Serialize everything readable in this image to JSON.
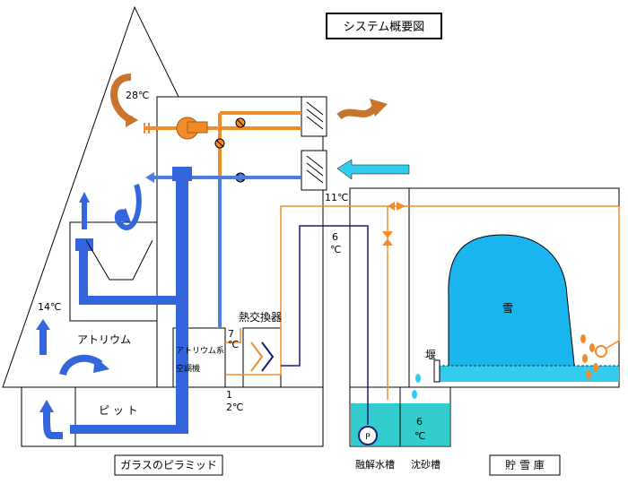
{
  "title": "システム概要図",
  "labels": {
    "temp_28": "28℃",
    "temp_14": "14℃",
    "temp_11": "11℃",
    "temp_7": "7",
    "temp_7_unit": "℃",
    "temp_12_a": "1",
    "temp_12_b": "2℃",
    "temp_6_top": "6",
    "temp_6_top_unit": "℃",
    "temp_6_tank": "6",
    "temp_6_tank_unit": "℃",
    "atrium": "アトリウム",
    "atrium_ahu_line1": "アトリウム系",
    "atrium_ahu_line2": "空調機",
    "heat_exchanger": "熱交換器",
    "pit": "ピ ッ ト",
    "pyramid": "ガラスのピラミッド",
    "snow": "雪",
    "weir": "堰",
    "pump": "P",
    "melt_tank": "融解水槽",
    "sand_tank": "沈砂槽",
    "snow_storage": "貯 雪 庫"
  },
  "colors": {
    "warm": "#f28c28",
    "cool": "#4a7fe0",
    "cool_dark": "#3366dd",
    "cyan": "#33ccee",
    "snow": "#1ab4ee",
    "navy": "#1a1a7a",
    "water": "#33cccc",
    "brown": "#c8742c"
  }
}
